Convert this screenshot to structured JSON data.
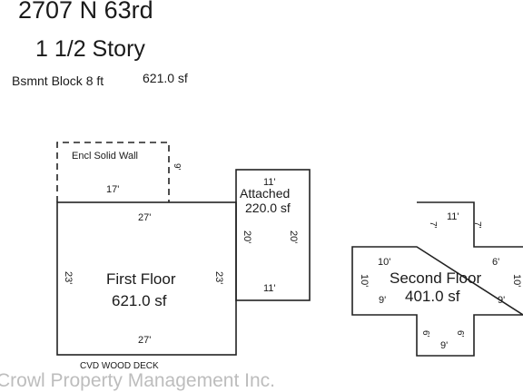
{
  "header": {
    "address": "2707 N 63rd",
    "style": "1 1/2 Story",
    "basement_label": "Bsmnt Block 8 ft",
    "basement_area": "621.0 sf"
  },
  "encl": {
    "label": "Encl Solid Wall",
    "width": "17'",
    "depth": "9'"
  },
  "first_floor": {
    "label": "First Floor",
    "area": "621.0 sf",
    "top": "27'",
    "bottom": "27'",
    "left": "23'",
    "right": "23'"
  },
  "attached": {
    "label": "Attached",
    "area": "220.0 sf",
    "top": "11'",
    "bottom": "11'",
    "left": "20'",
    "right": "20'"
  },
  "second_floor": {
    "label": "Second Floor",
    "area": "401.0 sf",
    "top": "11'",
    "bottom": "9'",
    "top_left": "7'",
    "top_right": "7'",
    "left_top": "10'",
    "right_top": "6'",
    "left_side": "10'",
    "right_side": "10'",
    "left_bottom": "9'",
    "right_bottom": "9'",
    "bottom_left": "6'",
    "bottom_right": "6'"
  },
  "deck_label": "CVD WOOD DECK",
  "watermark": "Crowl Property Management Inc."
}
